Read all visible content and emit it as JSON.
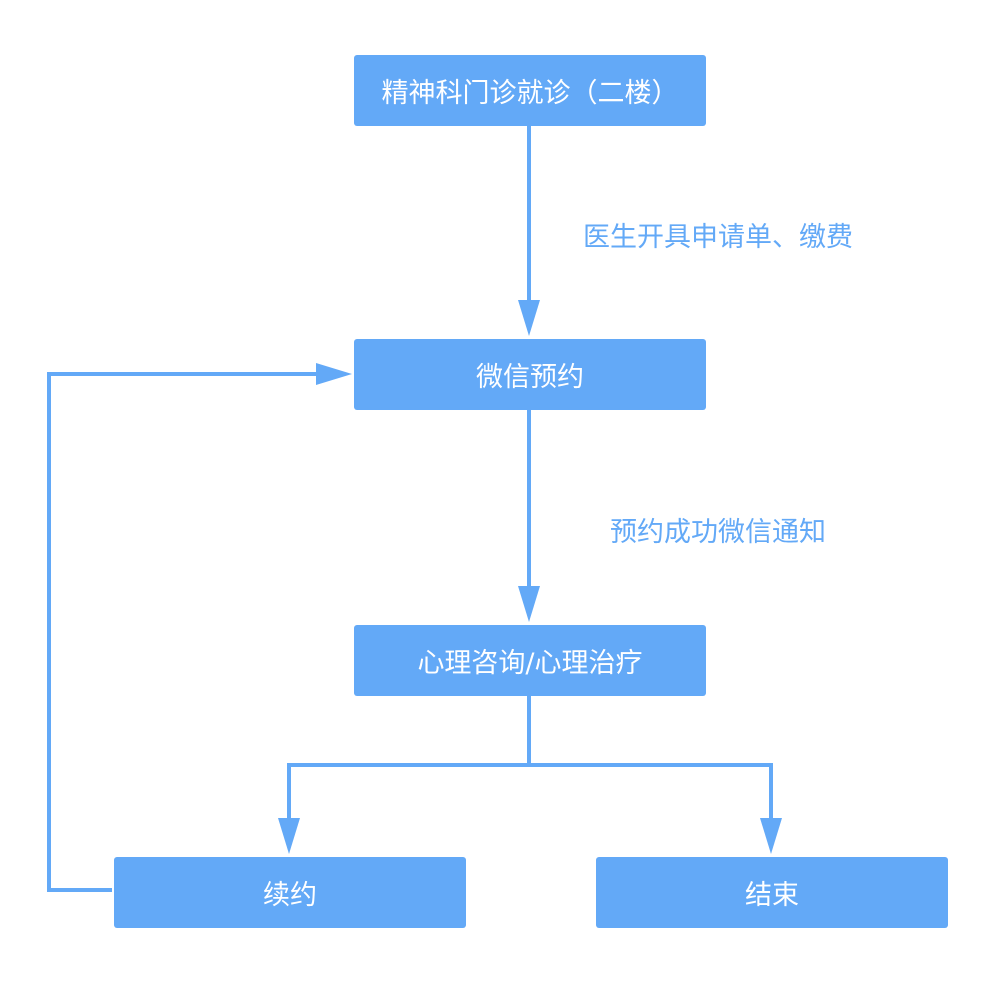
{
  "colors": {
    "node_fill": "#63a9f7",
    "node_text": "#ffffff",
    "edge": "#63a9f7",
    "edge_label": "#63a9f7"
  },
  "nodes": {
    "outpatient": "精神科门诊就诊（二楼）",
    "wechat_booking": "微信预约",
    "therapy": "心理咨询/心理治疗",
    "renew": "续约",
    "end": "结束"
  },
  "edge_labels": {
    "outpatient_to_booking": "医生开具申请单、缴费",
    "booking_to_therapy": "预约成功微信通知"
  }
}
